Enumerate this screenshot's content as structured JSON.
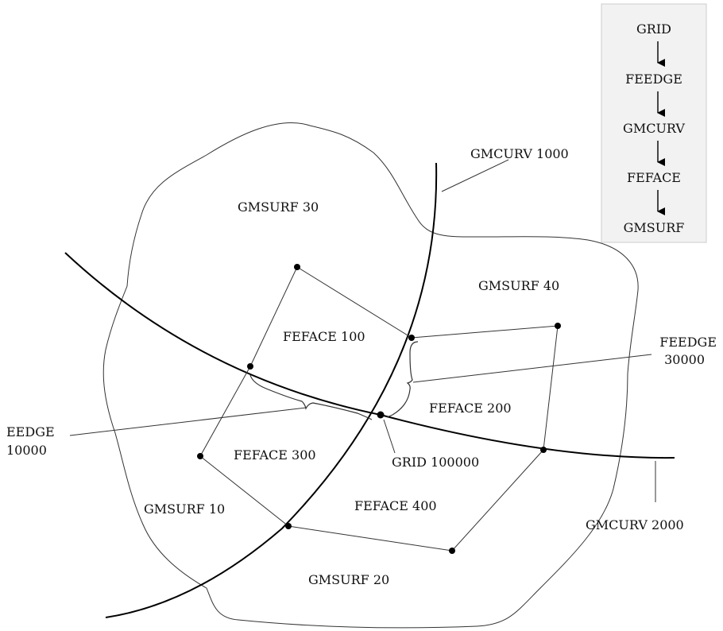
{
  "legend": {
    "items": [
      "GRID",
      "FEEDGE",
      "GMCURV",
      "FEFACE",
      "GMSURF"
    ],
    "background": "#f2f2f2",
    "border": "#cccccc"
  },
  "curves": {
    "gmcurv_1000": "GMCURV 1000",
    "gmcurv_2000": "GMCURV 2000"
  },
  "surfaces": {
    "gmsurf_10": "GMSURF 10",
    "gmsurf_20": "GMSURF 20",
    "gmsurf_30": "GMSURF 30",
    "gmsurf_40": "GMSURF 40"
  },
  "faces": {
    "feface_100": "FEFACE 100",
    "feface_200": "FEFACE 200",
    "feface_300": "FEFACE 300",
    "feface_400": "FEFACE 400"
  },
  "edges": {
    "feedge_30000_name": "FEEDGE",
    "feedge_30000_id": "30000",
    "feedge_10000_name": "EEDGE",
    "feedge_10000_id": "10000"
  },
  "grid": {
    "grid_100000": "GRID 100000"
  }
}
